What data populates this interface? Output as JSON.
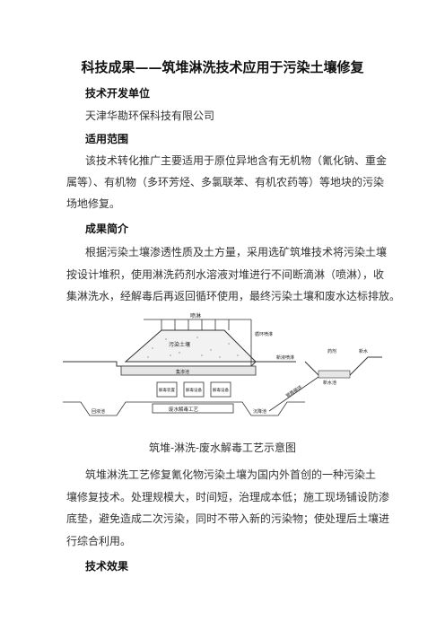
{
  "title": "科技成果——筑堆淋洗技术应用于污染土壤修复",
  "sections": {
    "developer_heading": "技术开发单位",
    "developer_name": "天津华勘环保科技有限公司",
    "scope_heading": "适用范围",
    "scope_lines": [
      "该技术转化推广主要适用于原位异地含有无机物（氰化钠、重金",
      "属等）、有机物（多环芳烃、多氯联苯、有机农药等）等地块的污染",
      "场地修复。"
    ],
    "summary_heading": "成果简介",
    "summary_lines": [
      "根据污染土壤渗透性质及土方量，采用选矿筑堆技术将污染土壤",
      "按设计堆积，使用淋洗药剂水溶液对堆进行不间断滴淋（喷淋），收",
      "集淋洗水，经解毒后再返回循环使用，最终污染土壤和废水达标排放。"
    ],
    "diagram": {
      "spray": "喷淋",
      "soil": "污染土壤",
      "circulation": "循环喷淋",
      "drain": "集渗池",
      "fresh_spray": "新液喷淋",
      "reagent": "药剂",
      "clean_water": "新水",
      "new_pool": "新水池",
      "pipe": "管路输送",
      "tank1": "解毒装置",
      "tank2": "解毒设备",
      "tank3": "解毒设备",
      "waste_process": "废水解毒工艺",
      "collect_pool": "回液池",
      "settle_pool": "沉降池"
    },
    "caption": "筑堆-淋洗-废水解毒工艺示意图",
    "desc_lines": [
      "筑堆淋洗工艺修复氰化物污染土壤为国内外首创的一种污染土",
      "壤修复技术。处理规模大，时间短，治理成本低；施工现场铺设防渗",
      "底垫，避免造成二次污染，同时不带入新的污染物；使处理后土壤进",
      "行综合利用。"
    ],
    "effect_heading": "技术效果"
  }
}
